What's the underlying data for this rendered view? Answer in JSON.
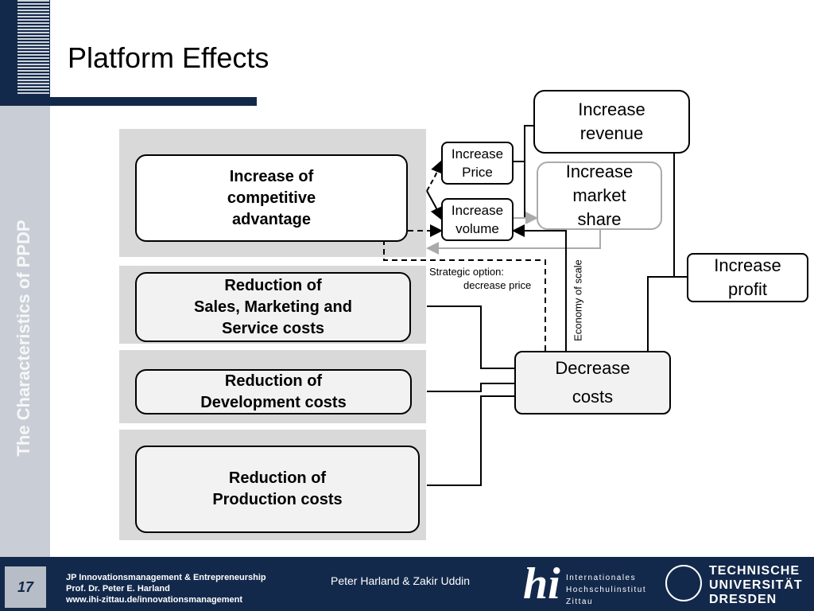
{
  "slide": {
    "title": "Platform Effects",
    "side_label": "The Characteristics of PPDP",
    "page_number": "17"
  },
  "diagram": {
    "left_boxes": [
      {
        "id": "competitive",
        "lines": [
          "Increase of",
          "competitive",
          "advantage"
        ]
      },
      {
        "id": "sales",
        "lines": [
          "Reduction of",
          "Sales, Marketing and",
          "Service costs"
        ]
      },
      {
        "id": "development",
        "lines": [
          "Reduction of",
          "Development costs"
        ]
      },
      {
        "id": "production",
        "lines": [
          "Reduction of",
          "Production costs"
        ]
      }
    ],
    "increase_price": [
      "Increase",
      "Price"
    ],
    "increase_volume": [
      "Increase",
      "volume"
    ],
    "increase_revenue": [
      "Increase",
      "revenue"
    ],
    "increase_market_share": [
      "Increase",
      "market",
      "share"
    ],
    "increase_profit": [
      "Increase",
      "profit"
    ],
    "decrease_costs": [
      "Decrease",
      "costs"
    ],
    "strategic_option": [
      "Strategic option:",
      "decrease price"
    ],
    "economy_of_scale": "Economy of scale"
  },
  "footer": {
    "course": "JP Innovationsmanagement & Entrepreneurship",
    "professor": "Prof. Dr. Peter E. Harland",
    "url": "www.ihi-zittau.de/innovationsmanagement",
    "authors": "Peter Harland & Zakir Uddin",
    "ihi_mark": "hi",
    "ihi_name": [
      "Internationales",
      "Hochschulinstitut",
      "Zittau"
    ],
    "tu_name": [
      "TECHNISCHE",
      "UNIVERSITÄT",
      "DRESDEN"
    ]
  }
}
